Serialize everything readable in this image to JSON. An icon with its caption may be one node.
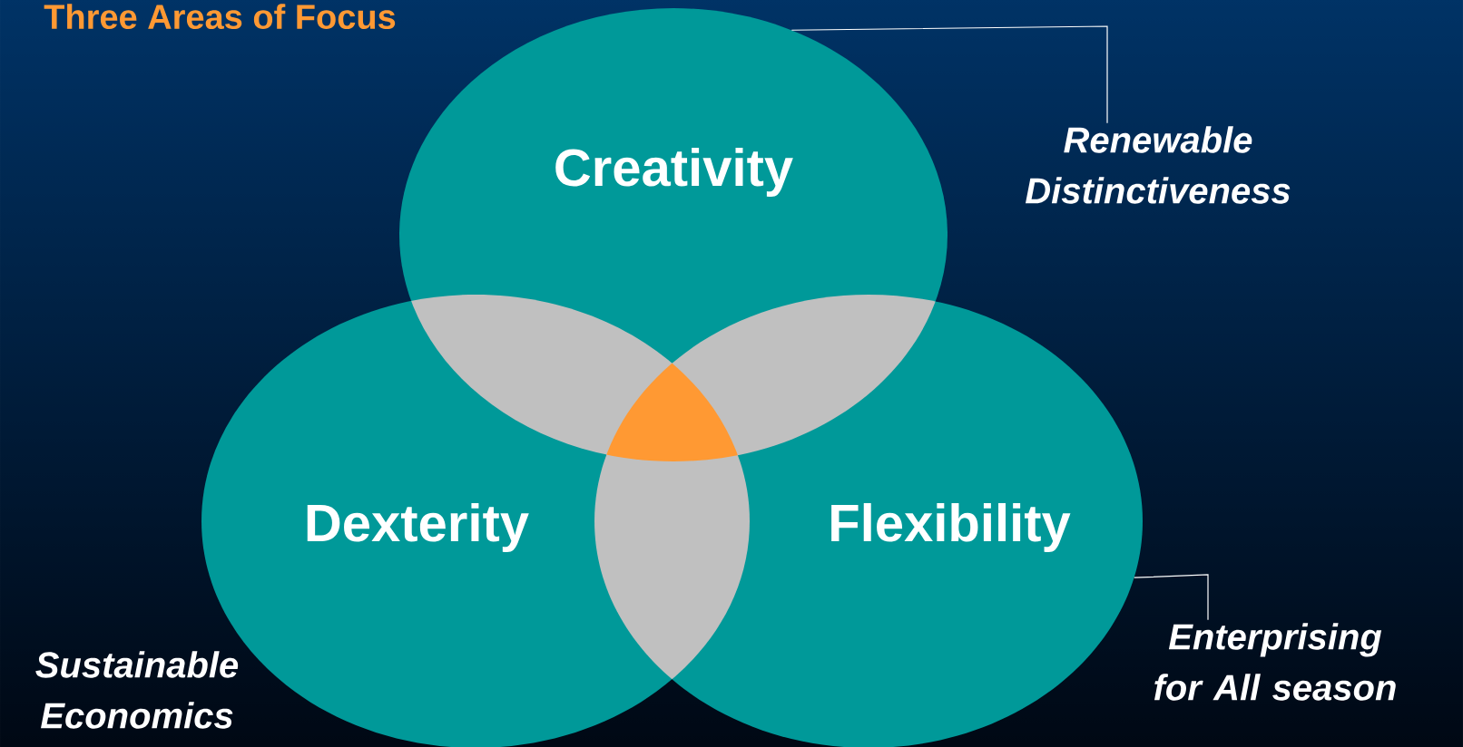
{
  "diagram": {
    "title": "Three Areas of Focus",
    "nodes": [
      {
        "text": [
          "Creativity"
        ]
      },
      {
        "text": [
          "Dexterity"
        ]
      },
      {
        "text": [
          "Flexibility"
        ]
      },
      {
        "text": [
          "Renewable Distinctiveness"
        ]
      },
      {
        "text": [
          "Enterprising for All season"
        ]
      }
    ],
    "edges": [
      {
        "from": 3,
        "to": 0,
        "arrow": "none"
      },
      {
        "from": 4,
        "to": 2,
        "arrow": "none"
      }
    ],
    "labels": [
      "Sustainable Economics"
    ]
  }
}
